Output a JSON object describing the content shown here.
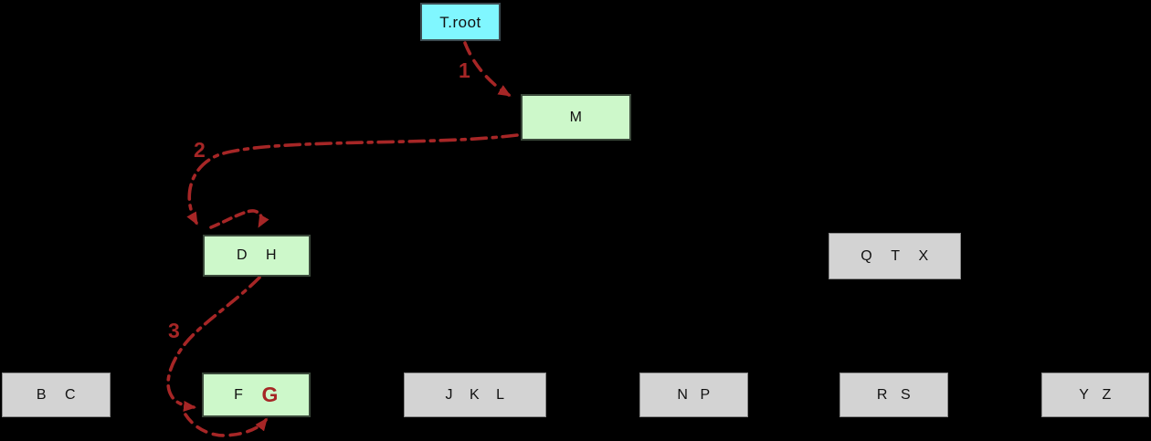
{
  "colors": {
    "background": "#000000",
    "root_fill": "#80f7ff",
    "visited_fill": "#cdf8ca",
    "node_fill": "#d3d3d3",
    "arrow": "#a62626",
    "key_text": "#111111",
    "highlight_text": "#a62626"
  },
  "nodes": {
    "troot": {
      "label": "T.root"
    },
    "m": {
      "keys": [
        "M"
      ]
    },
    "dh": {
      "keys": [
        "D",
        "H"
      ]
    },
    "qtx": {
      "keys": [
        "Q",
        "T",
        "X"
      ]
    },
    "bc": {
      "keys": [
        "B",
        "C"
      ]
    },
    "fg": {
      "keys": [
        "F",
        "G"
      ]
    },
    "jkl": {
      "keys": [
        "J",
        "K",
        "L"
      ]
    },
    "np": {
      "keys": [
        "N",
        "P"
      ]
    },
    "rs": {
      "keys": [
        "R",
        "S"
      ]
    },
    "yz": {
      "keys": [
        "Y",
        "Z"
      ]
    }
  },
  "steps": {
    "step1": "1",
    "step2": "2",
    "step3": "3"
  }
}
